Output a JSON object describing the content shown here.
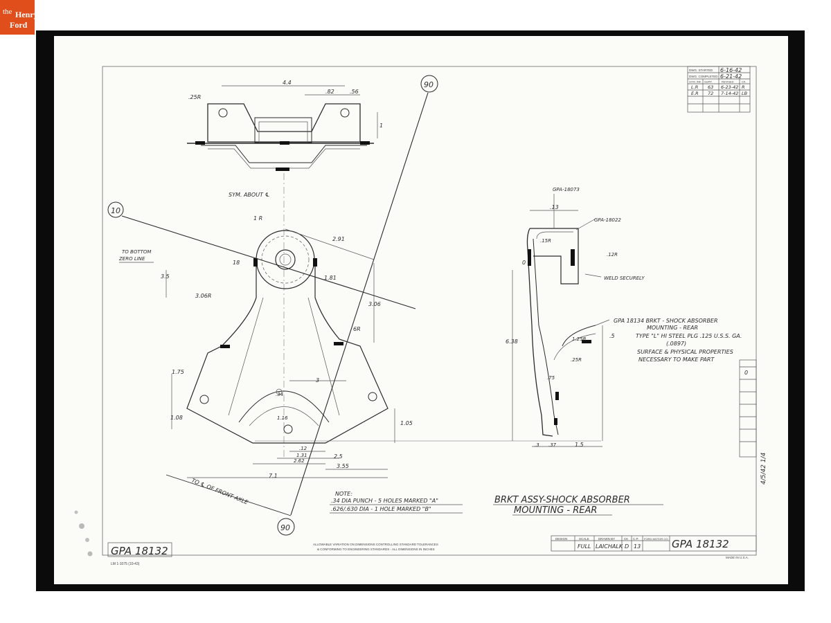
{
  "logo": {
    "line1": "the",
    "line2": "Henry",
    "line3": "Ford"
  },
  "title_block": {
    "title_line1": "BRKT ASSY-SHOCK ABSORBER",
    "title_line2": "MOUNTING - REAR",
    "part_number": "GPA 18132",
    "part_number_corner": "GPA 18132",
    "headers": [
      "DESIGN",
      "SCALE",
      "DRAWN BY",
      "CK",
      "C.P.",
      "FORD MOTOR CO."
    ],
    "scale": "FULL",
    "drawn_by": "LAICHALK",
    "ck": "D",
    "cp": "13"
  },
  "revision_block": {
    "rows": [
      [
        "DWG. STARTED",
        "6-16-42"
      ],
      [
        "DWG. COMPLETED",
        "6-21-42"
      ]
    ],
    "sub_headers": [
      "SYM. INF.",
      "SUPP.",
      "REVISED",
      "CK."
    ],
    "entries": [
      [
        "L.R",
        "63",
        "6-23-42",
        "R"
      ],
      [
        "E.R",
        "72",
        "7-14-42",
        "LB"
      ]
    ]
  },
  "notes": {
    "heading": "NOTE:",
    "line1": ".34 DIA PUNCH - 5 HOLES MARKED \"A\"",
    "line2": ".626/.630 DIA - 1 HOLE MARKED \"B\""
  },
  "spec": {
    "ref": "GPA 18134 BRKT - SHOCK ABSORBER",
    "line2": "MOUNTING - REAR",
    "line3": "TYPE \"L\" HI STEEL PLG .125 U.S.S. GA.",
    "line4": "(.0897)",
    "line5": "SURFACE & PHYSICAL PROPERTIES",
    "line6": "NECESSARY TO MAKE PART"
  },
  "labels": {
    "sym_about": "SYM. ABOUT ℄",
    "to_bottom": "TO BOTTOM",
    "zero_line": "ZERO LINE",
    "to_front_axle": "TO ℄ OF FRONT AXLE",
    "weld": "WELD SECURELY",
    "gpa_18073": "GPA-18073",
    "gpa_18022": "GPA-18022",
    "tolerance": "ALLOWABLE VARIATION ON DIMENSIONS CONTROLLING STANDARD TOLERANCES",
    "tolerance2": "& CONFORMING TO ENGINEERING STANDARDS - ALL DIMENSIONS IN INCHES",
    "stamp_left": "LM 1-1075  (10-43)",
    "made_in": "MADE IN U.S.A.",
    "margin_note": "4/5/42 1/4"
  },
  "callouts": {
    "c90_top": "90",
    "c90_bottom": "90",
    "c10": "10"
  },
  "dimensions": {
    "d44": "4.4",
    "d82": ".82",
    "d56": ".56",
    "d1": "1",
    "d25r": ".25R",
    "d1r": "1 R",
    "d291": "2.91",
    "d18a": "18",
    "d18b": "1.81",
    "d35": "3.5",
    "d306r": "3.06R",
    "d306": "3.06",
    "d6r": "6R",
    "d175": "1.75",
    "d3": "3",
    "d34": ".34",
    "d108": "1.08",
    "d105": "1.05",
    "d116": "1.16",
    "d12": ".12",
    "d131": "1.31",
    "d262": "2.62",
    "d25": "2.5",
    "d355": "3.55",
    "d71": "7.1",
    "d13": ".13",
    "d638": "6.38",
    "d5": ".5",
    "d15": "1.5",
    "d37": ".37",
    "d3s": ".3",
    "d15r": ".15R",
    "d25rr": ".25R",
    "d125r": "1.25R",
    "d12r": ".12R",
    "d0": "0",
    "d75": ".75"
  }
}
